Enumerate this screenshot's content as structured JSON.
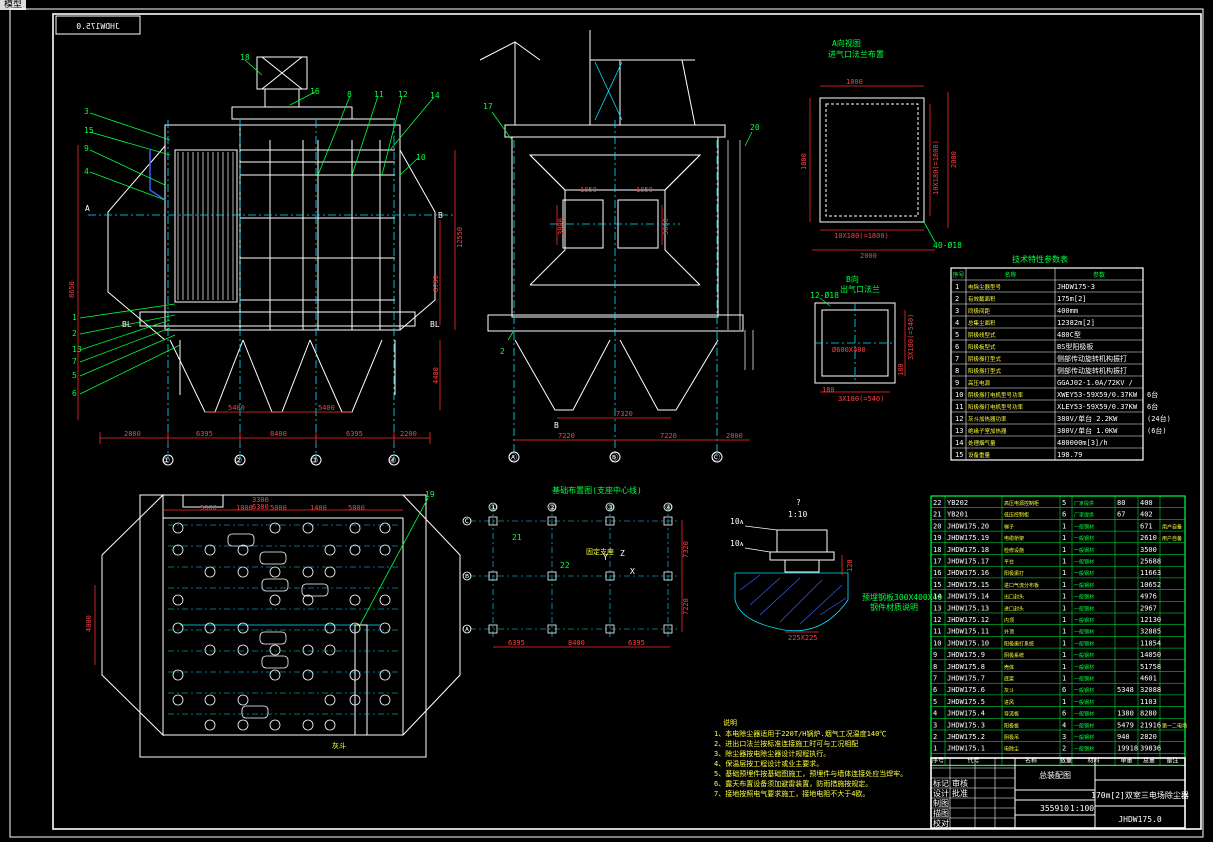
{
  "window": {
    "tab_label": "模型"
  },
  "drawing": {
    "code_mirrored": "JHDW175.0",
    "colors": {
      "background": "#000000",
      "frame": "#ffffff",
      "dimension": "#ff2b2b",
      "centerline": "#00e5ff",
      "text": "#00ff40",
      "hatch": "#3b5bff"
    },
    "elevation_view": {
      "callouts": [
        "3",
        "15",
        "9",
        "4",
        "18",
        "16",
        "8",
        "11",
        "12",
        "14",
        "10",
        "1",
        "2",
        "13",
        "7",
        "5",
        "6"
      ],
      "section_marks": [
        "A",
        "B",
        "BL",
        "BL"
      ],
      "dims_vertical": [
        "8650",
        "12550",
        "8750",
        "4480"
      ],
      "dims_horizontal_top": [
        "5400",
        "5400"
      ],
      "dims_horizontal": [
        "2800",
        "6395",
        "8400",
        "6395",
        "2200"
      ],
      "axis_labels": [
        "①",
        "②",
        "③",
        "④"
      ]
    },
    "side_view": {
      "callouts": [
        "17",
        "2",
        "20"
      ],
      "inner_dims": [
        "1850",
        "1850",
        "3000",
        "3000"
      ],
      "dims_top": [
        "7320"
      ],
      "dims_bottom": [
        "7220",
        "7220",
        "2800"
      ],
      "section_mark": "B",
      "axis_labels": [
        "Ⓐ",
        "Ⓑ",
        "Ⓒ"
      ]
    },
    "detail_a": {
      "title": "A向视图",
      "subtitle": "进气口法兰布置",
      "dims": [
        "1800",
        "10X180(=1800)",
        "2000",
        "1800",
        "10X180(=1800)",
        "2000"
      ],
      "callout": "40-Ø18"
    },
    "detail_b": {
      "title": "B向",
      "subtitle": "出气口法兰",
      "callout": "12-Ø18",
      "dims": [
        "3X180(=540)",
        "180",
        "3X180(=540)",
        "180"
      ],
      "inner_dim": "Ø600X400"
    },
    "tech_table": {
      "title": "技术特性参数表",
      "header": [
        "序号",
        "名称",
        "参数"
      ],
      "rows": [
        [
          "1",
          "电除尘器型号",
          "JHDW175-3"
        ],
        [
          "2",
          "有效截面积",
          "175m[2]"
        ],
        [
          "3",
          "同极间距",
          "400mm"
        ],
        [
          "4",
          "总集尘面积",
          "12382m[2]"
        ],
        [
          "5",
          "阴极线型式",
          "480C型"
        ],
        [
          "6",
          "阳极板型式",
          "BS型阳极板"
        ],
        [
          "7",
          "阴极振打型式",
          "侧部传动旋转机构振打"
        ],
        [
          "8",
          "阳极振打型式",
          "侧部传动旋转机构振打"
        ],
        [
          "9",
          "高压电源",
          "GGAJ02-1.0A/72KV  /"
        ],
        [
          "10",
          "阴极振打电机型号功率",
          "XWEY53-59X59/0.37KW",
          "6台"
        ],
        [
          "11",
          "阳极振打电机型号功率",
          "XLEY53-59X59/0.37KW",
          "6台"
        ],
        [
          "12",
          "灰斗加热器功率",
          "380V/单台  2.2KW",
          "(24台)"
        ],
        [
          "13",
          "绝缘子室加热器",
          "380V/单台  1.0KW",
          "(6台)"
        ],
        [
          "14",
          "处理烟气量",
          "480000m[3]/h"
        ],
        [
          "15",
          "设备重量",
          "198.79"
        ]
      ]
    },
    "plan_view": {
      "dims_top": [
        "3300",
        "6300",
        "1000",
        "5000",
        "1400",
        "5000",
        "5000"
      ],
      "dim_left": "4000",
      "callout": "19",
      "label_bottom": "灰斗"
    },
    "foundation": {
      "title": "基础布置图(支座中心线)",
      "callouts": [
        "21",
        "22"
      ],
      "axes": {
        "x": "X",
        "y": "Y",
        "z": "Z"
      },
      "fixed_label": "固定支座",
      "dims_horizontal": [
        "6395",
        "8400",
        "6395"
      ],
      "dims_vertical": [
        "7320",
        "7220"
      ],
      "row_labels": [
        "Ⓒ",
        "Ⓑ",
        "Ⓐ"
      ],
      "col_labels": [
        "①",
        "②",
        "③",
        "④"
      ]
    },
    "section_detail": {
      "label": "?",
      "scale": "1:10",
      "level_1": "10ᴀ",
      "level_2": "10ᴀ",
      "pad": "预埋钢板300X400X40",
      "pad_sub": "钢件材质说明",
      "base_dim": "225X225",
      "side_dim": "120"
    },
    "notes": {
      "title": "说明",
      "lines": [
        "1、本电除尘器适用于220T/H锅炉.烟气工况温度140℃",
        "2、进出口法兰按标准连接施工时可与工况相配",
        "3、除尘器按电除尘器设计规程执行。",
        "4、保温层按工程设计或业主要求。",
        "5、基础预埋件按基础图施工，预埋件与墙体连接处应当焊牢。",
        "6、露天布置设备须加避雷装置，防雨措施按规定。",
        "7、接地按照电气要求施工，接地电阻不大于4欧。"
      ]
    },
    "parts_list": {
      "header": [
        "序号",
        "代号",
        "名称",
        "数量",
        "材料",
        "单重",
        "总重",
        "备注"
      ],
      "rows": [
        [
          "22",
          "YB202",
          "高压电源控制柜",
          "5",
          "厂家提供",
          "80",
          "400",
          ""
        ],
        [
          "21",
          "YB201",
          "低压控制柜",
          "6",
          "厂家提供",
          "67",
          "402",
          ""
        ],
        [
          "20",
          "JHDW175.20",
          "梯子",
          "1",
          "一般钢材",
          "",
          "671",
          "用户自备"
        ],
        [
          "19",
          "JHDW175.19",
          "电缆桥架",
          "1",
          "一般钢材",
          "",
          "2610",
          "用户自备"
        ],
        [
          "18",
          "JHDW175.18",
          "检修设施",
          "1",
          "一般钢材",
          "",
          "3500",
          ""
        ],
        [
          "17",
          "JHDW175.17",
          "平台",
          "1",
          "一般钢材",
          "",
          "25688",
          ""
        ],
        [
          "16",
          "JHDW175.16",
          "阳极振打",
          "1",
          "一般钢材",
          "",
          "11663",
          ""
        ],
        [
          "15",
          "JHDW175.15",
          "进口气流分布板",
          "1",
          "一般钢材",
          "",
          "10652",
          ""
        ],
        [
          "14",
          "JHDW175.14",
          "出口封头",
          "1",
          "一般钢材",
          "",
          "4976",
          ""
        ],
        [
          "13",
          "JHDW175.13",
          "进口封头",
          "1",
          "一般钢材",
          "",
          "2967",
          ""
        ],
        [
          "12",
          "JHDW175.12",
          "内顶",
          "1",
          "一般钢材",
          "",
          "12130",
          ""
        ],
        [
          "11",
          "JHDW175.11",
          "外顶",
          "1",
          "一般钢材",
          "",
          "32885",
          ""
        ],
        [
          "10",
          "JHDW175.10",
          "阳极振打系统",
          "1",
          "一般钢材",
          "",
          "11854",
          ""
        ],
        [
          "9",
          "JHDW175.9",
          "阴极系统",
          "1",
          "一般钢材",
          "",
          "14050",
          ""
        ],
        [
          "8",
          "JHDW175.8",
          "壳体",
          "1",
          "一般钢材",
          "",
          "51758",
          ""
        ],
        [
          "7",
          "JHDW175.7",
          "底梁",
          "1",
          "一般钢材",
          "",
          "4601",
          ""
        ],
        [
          "6",
          "JHDW175.6",
          "灰斗",
          "6",
          "一般钢材",
          "5348",
          "32088",
          ""
        ],
        [
          "5",
          "JHDW175.5",
          "进风",
          "1",
          "一般钢材",
          "",
          "1103",
          ""
        ],
        [
          "4",
          "JHDW175.4",
          "导流板",
          "6",
          "一般钢材",
          "1380",
          "8280",
          ""
        ],
        [
          "3",
          "JHDW175.3",
          "阳极板",
          "4",
          "一般钢材",
          "5479",
          "21916",
          "第一二电场"
        ],
        [
          "2",
          "JHDW175.2",
          "阴极吊",
          "3",
          "一般钢材",
          "940",
          "2820",
          ""
        ],
        [
          "1",
          "JHDW175.1",
          "电除尘",
          "2",
          "一般钢材",
          "19918",
          "39836",
          ""
        ]
      ]
    },
    "title_block": {
      "drawing_name": "总装配图",
      "product": "170m[2]双室三电场除尘器",
      "code": "JHDW175.0",
      "weight": "355910",
      "scale": "1:100",
      "rows": [
        "标记",
        "设计",
        "制图",
        "描图",
        "校对",
        "审核",
        "批准"
      ]
    }
  }
}
